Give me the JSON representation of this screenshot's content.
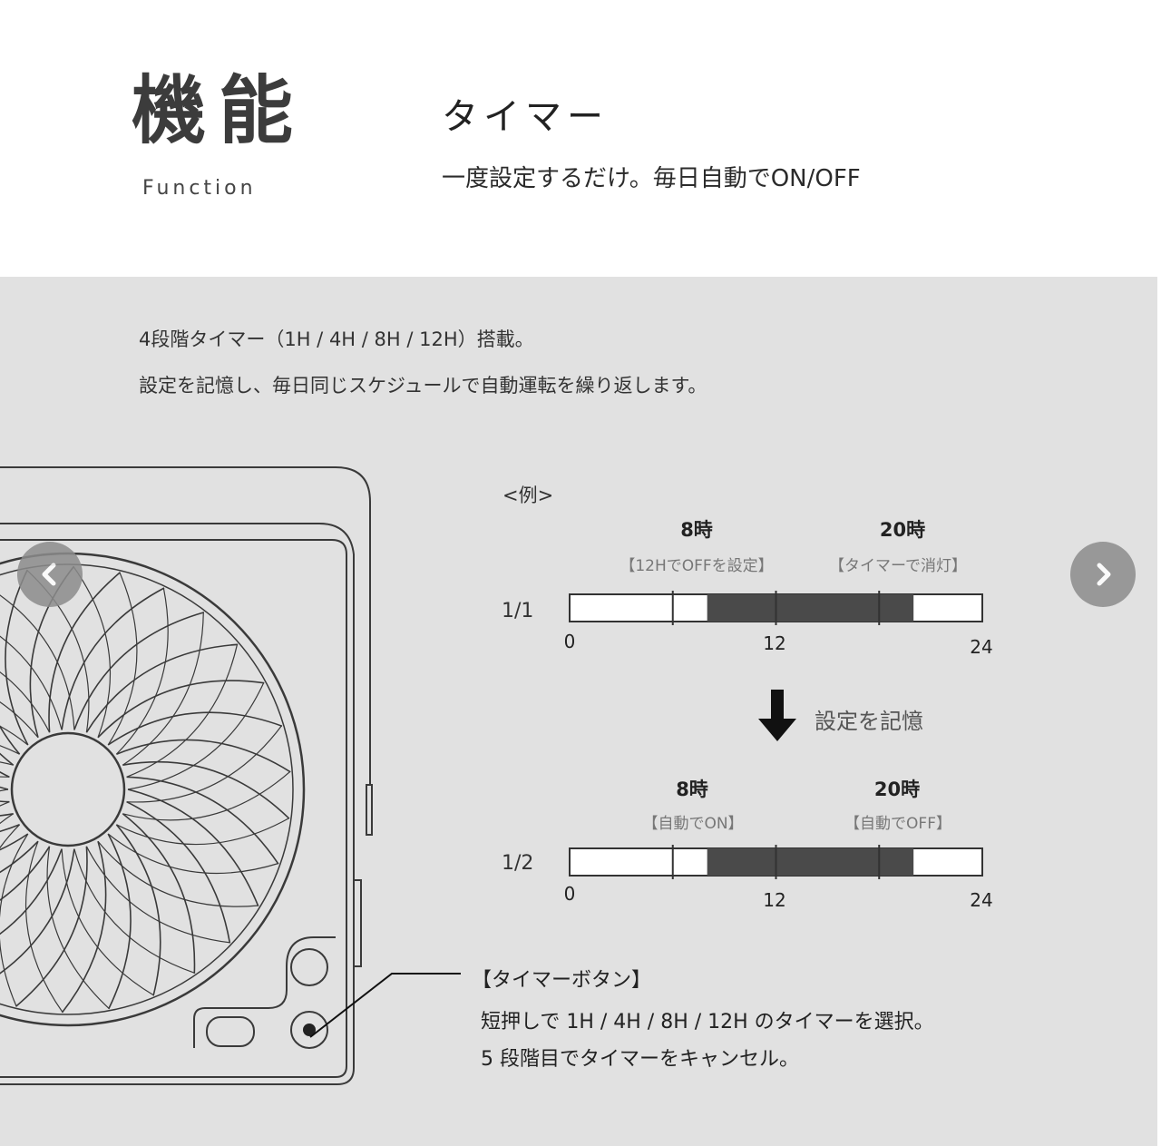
{
  "header": {
    "heading_jp": "機能",
    "heading_en": "Function",
    "section_title": "タイマー",
    "section_subtitle": "一度設定するだけ。毎日自動でON/OFF"
  },
  "panel": {
    "line1": "4段階タイマー（1H / 4H / 8H / 12H）搭載。",
    "line2": "設定を記憶し、毎日同じスケジュールで自動運転を繰り返します。"
  },
  "nav": {
    "prev_icon": "chevron-left-icon",
    "next_icon": "chevron-right-icon"
  },
  "example": {
    "label": "<例>",
    "memory_label": "設定を記憶",
    "memory_icon": "down-arrow-icon",
    "rows": [
      {
        "ratio": "1/1",
        "on_time": "8時",
        "on_note": "【12HでOFFを設定】",
        "off_time": "20時",
        "off_note": "【タイマーで消灯】",
        "range_start": 8,
        "range_end": 20,
        "ticks": [
          "0",
          "12",
          "24"
        ]
      },
      {
        "ratio": "1/2",
        "on_time": "8時",
        "on_note": "【自動でON】",
        "off_time": "20時",
        "off_note": "【自動でOFF】",
        "range_start": 8,
        "range_end": 20,
        "ticks": [
          "0",
          "12",
          "24"
        ]
      }
    ],
    "bar_color": "#4a4a4a"
  },
  "callout": {
    "title": "【タイマーボタン】",
    "line1": "短押しで 1H / 4H / 8H / 12H のタイマーを選択。",
    "line2": " 5 段階目でタイマーをキャンセル。"
  }
}
